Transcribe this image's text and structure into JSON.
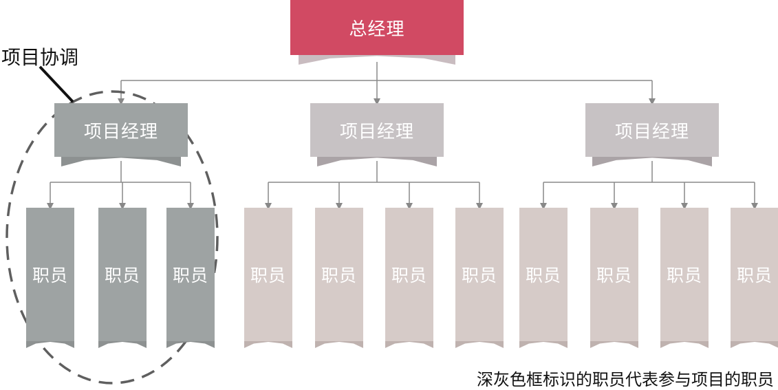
{
  "colors": {
    "ceo": "#d14a63",
    "ceo_shadow": "#c9bcc0",
    "highlight": "#9ea3a3",
    "highlight_shadow": "#8d9191",
    "pm": "#c7c2c4",
    "pm_shadow": "#aaa3a6",
    "staff": "#d6cbc8",
    "staff_shadow": "#bfb2af",
    "line": "#888888",
    "dash": "#5f5f5f"
  },
  "org": {
    "ceo": "总经理",
    "groups": [
      {
        "manager": "项目经理",
        "highlighted": true,
        "staff": [
          "职员",
          "职员",
          "职员"
        ]
      },
      {
        "manager": "项目经理",
        "highlighted": false,
        "staff": [
          "职员",
          "职员",
          "职员",
          "职员"
        ]
      },
      {
        "manager": "项目经理",
        "highlighted": false,
        "staff": [
          "职员",
          "职员",
          "职员",
          "职员"
        ]
      }
    ]
  },
  "annotation": {
    "label": "项目协调"
  },
  "caption": "深灰色框标识的职员代表参与项目的职员"
}
